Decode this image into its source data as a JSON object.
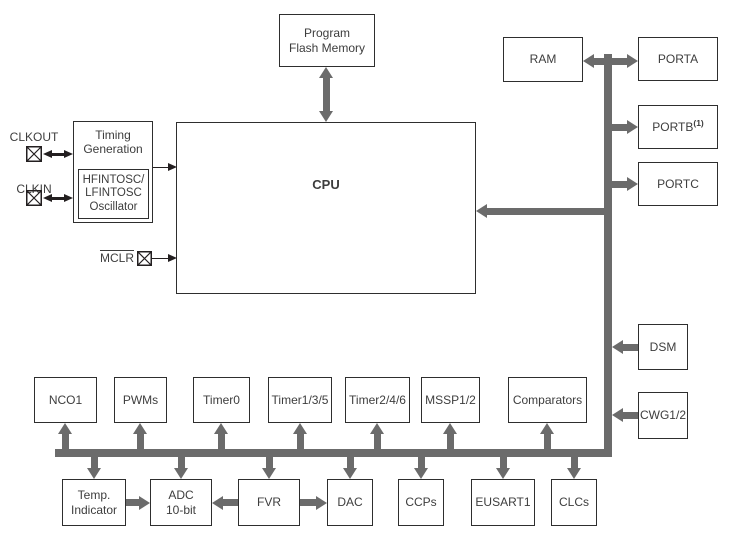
{
  "diagram": {
    "blocks": {
      "program_flash_memory": "Program\nFlash Memory",
      "cpu": "CPU",
      "timing_generation": "Timing\nGeneration",
      "oscillator": "HFINTOSC/\nLFINTOSC\nOscillator",
      "ram": "RAM",
      "porta": "PORTA",
      "portb": "PORTB",
      "portb_note": "(1)",
      "portc": "PORTC",
      "dsm": "DSM",
      "cwg": "CWG1/2",
      "nco1": "NCO1",
      "pwms": "PWMs",
      "timer0": "Timer0",
      "timer135": "Timer1/3/5",
      "timer246": "Timer2/4/6",
      "mssp": "MSSP1/2",
      "comparators": "Comparators",
      "temp_indicator": "Temp.\nIndicator",
      "adc": "ADC\n10-bit",
      "fvr": "FVR",
      "dac": "DAC",
      "ccps": "CCPs",
      "eusart1": "EUSART1",
      "clcs": "CLCs"
    },
    "pins": {
      "clkout": "CLKOUT",
      "clkin": "CLKIN",
      "mclr": "MCLR"
    },
    "colors": {
      "bus": "#6b6b6b",
      "line": "#231f20",
      "border": "#2e2e2e",
      "text": "#3d3d3d",
      "background": "#ffffff"
    }
  }
}
